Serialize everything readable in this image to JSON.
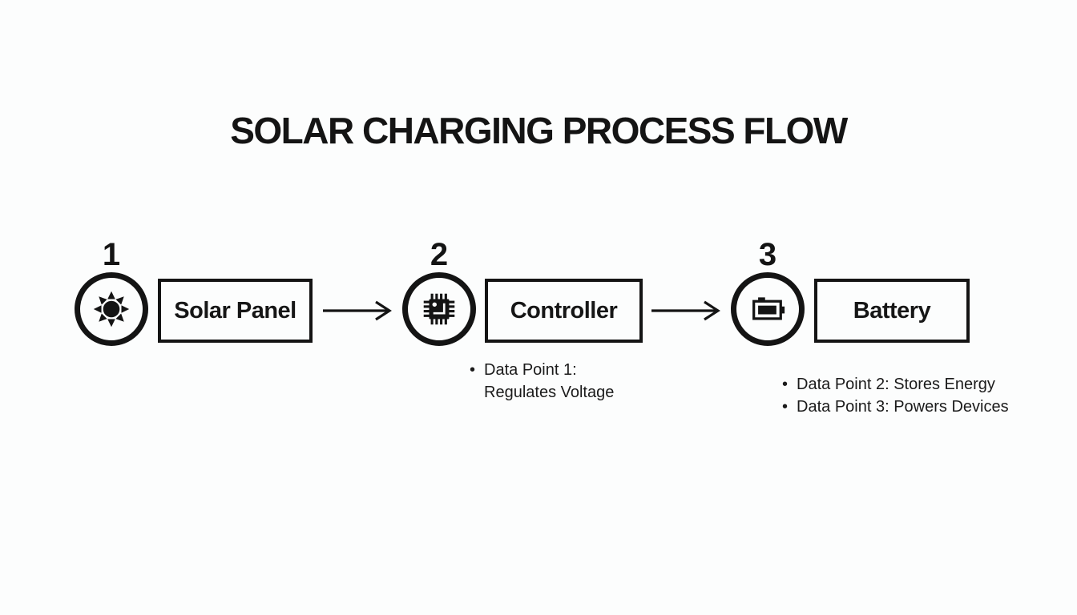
{
  "title": "SOLAR CHARGING PROCESS FLOW",
  "bullet_char": "•",
  "colors": {
    "ink": "#141414",
    "background": "#fcfdfd"
  },
  "steps": [
    {
      "number": "1",
      "icon": "sun-icon",
      "label": "Solar Panel",
      "data_points": []
    },
    {
      "number": "2",
      "icon": "chip-icon",
      "label": "Controller",
      "data_points": [
        "Data Point 1: Regulates Voltage"
      ]
    },
    {
      "number": "3",
      "icon": "battery-icon",
      "label": "Battery",
      "data_points": [
        "Data Point 2: Stores Energy",
        "Data Point 3: Powers Devices"
      ]
    }
  ]
}
